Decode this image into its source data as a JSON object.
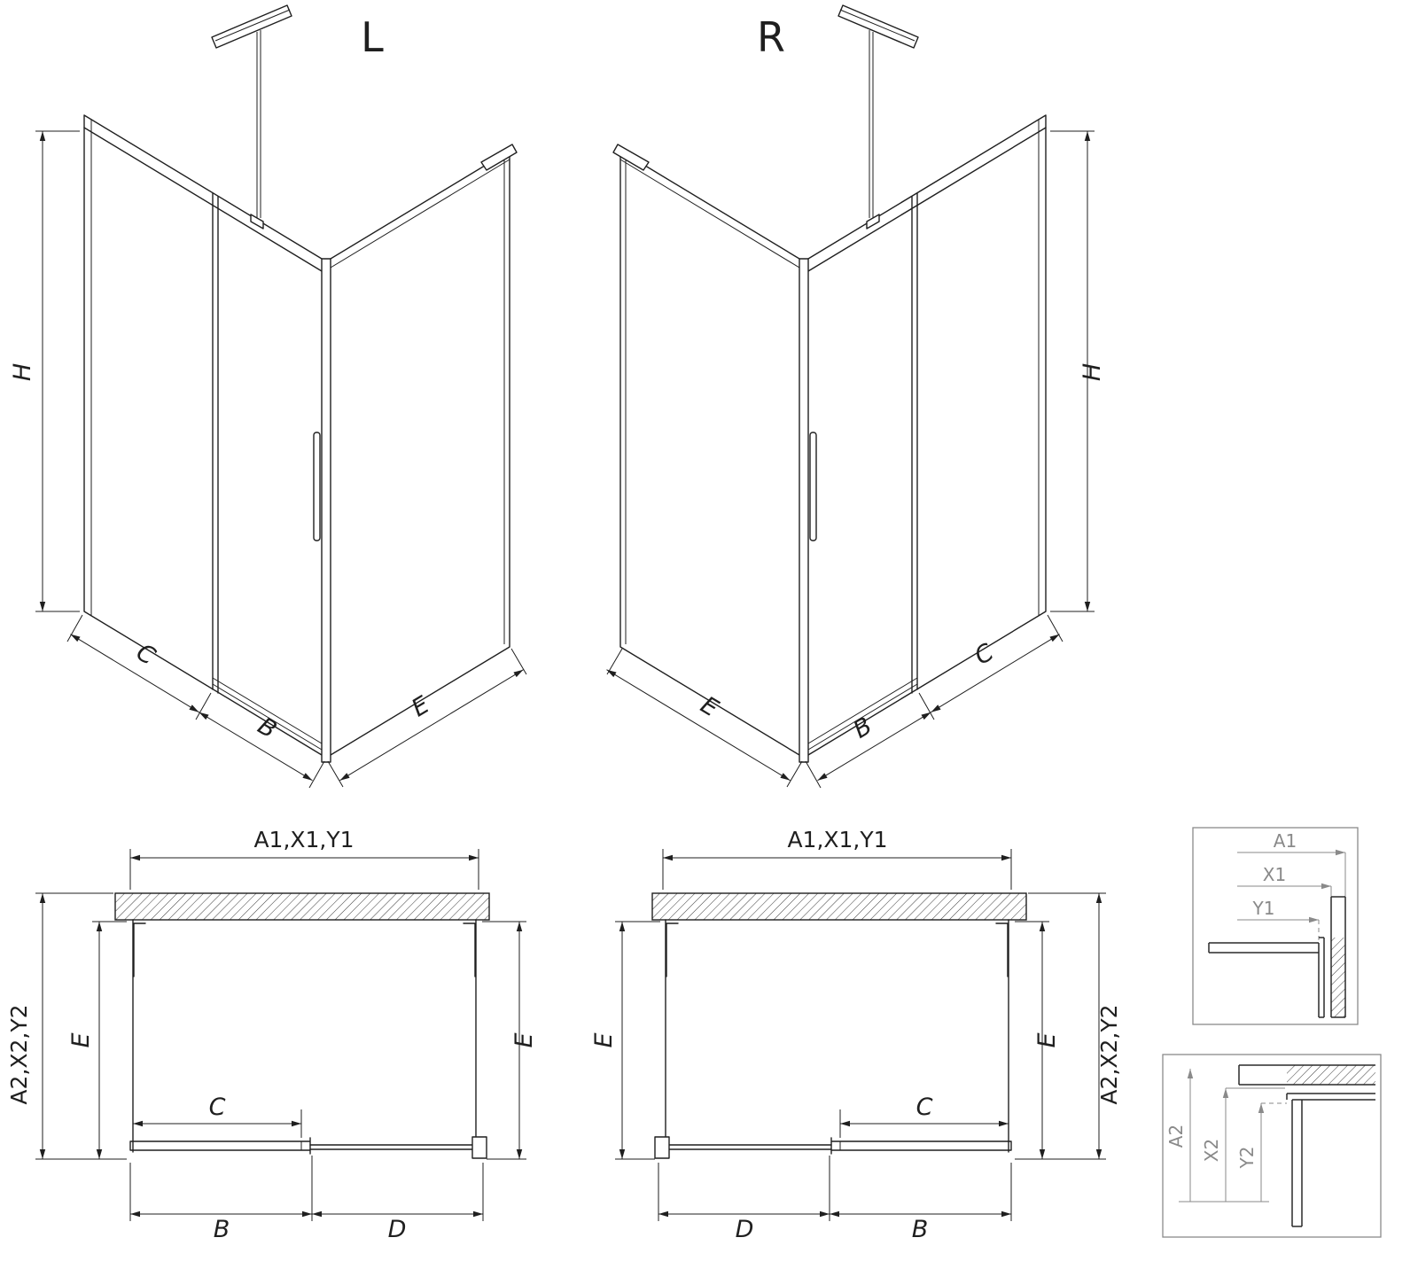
{
  "colors": {
    "line": "#1f1f1f",
    "detail_gray": "#8a8a8a",
    "background": "#ffffff"
  },
  "iso_left": {
    "title": "L",
    "dim_height": "H",
    "dim_fixed": "C",
    "dim_door": "B",
    "dim_side": "E"
  },
  "iso_right": {
    "title": "R",
    "dim_height": "H",
    "dim_fixed": "C",
    "dim_door": "B",
    "dim_side": "E"
  },
  "plan_left": {
    "dim_top": "A1,X1,Y1",
    "dim_side": "A2,X2,Y2",
    "dim_depth_left": "E",
    "dim_depth_right": "E",
    "dim_opening": "C",
    "dim_door": "B",
    "dim_fixed": "D"
  },
  "plan_right": {
    "dim_top": "A1,X1,Y1",
    "dim_side": "A2,X2,Y2",
    "dim_depth_left": "E",
    "dim_depth_right": "E",
    "dim_opening": "C",
    "dim_door": "B",
    "dim_fixed": "D"
  },
  "detail_top": {
    "dim_1": "A1",
    "dim_2": "X1",
    "dim_3": "Y1"
  },
  "detail_bottom": {
    "dim_1": "A2",
    "dim_2": "X2",
    "dim_3": "Y2"
  }
}
